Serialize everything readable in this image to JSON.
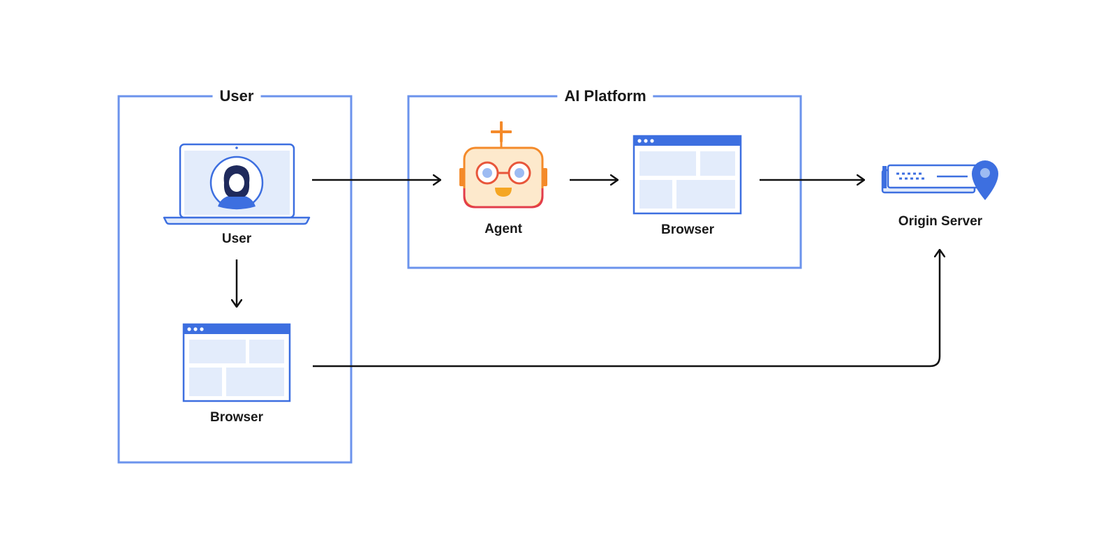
{
  "groups": {
    "user": {
      "title": "User"
    },
    "ai_platform": {
      "title": "AI Platform"
    }
  },
  "nodes": {
    "user_laptop": {
      "label": "User",
      "icon": "user-laptop-icon"
    },
    "user_browser": {
      "label": "Browser",
      "icon": "browser-window-icon"
    },
    "agent": {
      "label": "Agent",
      "icon": "robot-agent-icon"
    },
    "platform_browser": {
      "label": "Browser",
      "icon": "browser-window-icon"
    },
    "origin_server": {
      "label": "Origin Server",
      "icon": "server-location-icon"
    }
  },
  "edges": [
    {
      "from": "user_laptop",
      "to": "agent"
    },
    {
      "from": "agent",
      "to": "platform_browser"
    },
    {
      "from": "platform_browser",
      "to": "origin_server"
    },
    {
      "from": "user_laptop",
      "to": "user_browser"
    },
    {
      "from": "user_browser",
      "to": "origin_server"
    }
  ],
  "colors": {
    "group_border": "#6b93ec",
    "accent_blue": "#3d6fe0",
    "panel_fill": "#e3ecfb",
    "agent_orange": "#f48a2a",
    "agent_face": "#fde9cc",
    "agent_red": "#e23d4b",
    "arrow": "#111111",
    "text": "#1a1a1a"
  }
}
